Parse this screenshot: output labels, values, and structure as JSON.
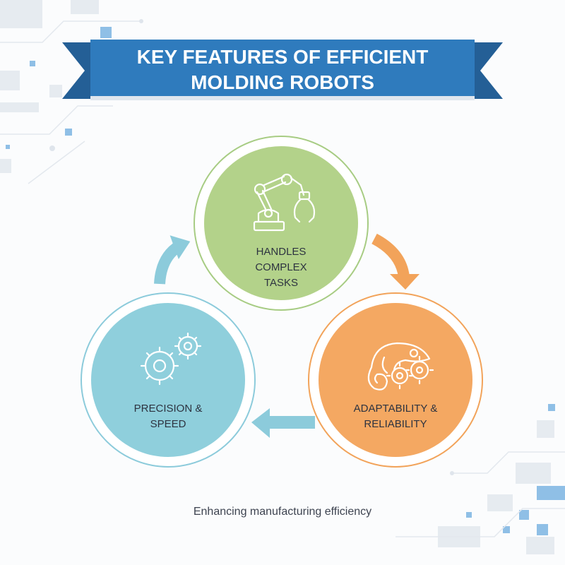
{
  "banner": {
    "title_line1": "KEY FEATURES OF EFFICIENT",
    "title_line2": "MOLDING ROBOTS",
    "color": "#2f7bbd"
  },
  "cycle": [
    {
      "lines": [
        "HANDLES",
        "COMPLEX",
        "TASKS"
      ],
      "icon": "robot-arm-icon",
      "color": "#b3d28a",
      "ring": "#9fc77a"
    },
    {
      "lines": [
        "ADAPTABILITY &",
        "RELIABILITY"
      ],
      "icon": "chameleon-gears-icon",
      "color": "#f4a862",
      "ring": "#f0a058"
    },
    {
      "lines": [
        "PRECISION &",
        "SPEED"
      ],
      "icon": "gears-icon",
      "color": "#8fcfdc",
      "ring": "#8ccbdb"
    }
  ],
  "arrows": {
    "orange": "#f2a35a",
    "blue": "#8ccbdb"
  },
  "footer": {
    "subtitle": "Enhancing manufacturing efficiency"
  }
}
